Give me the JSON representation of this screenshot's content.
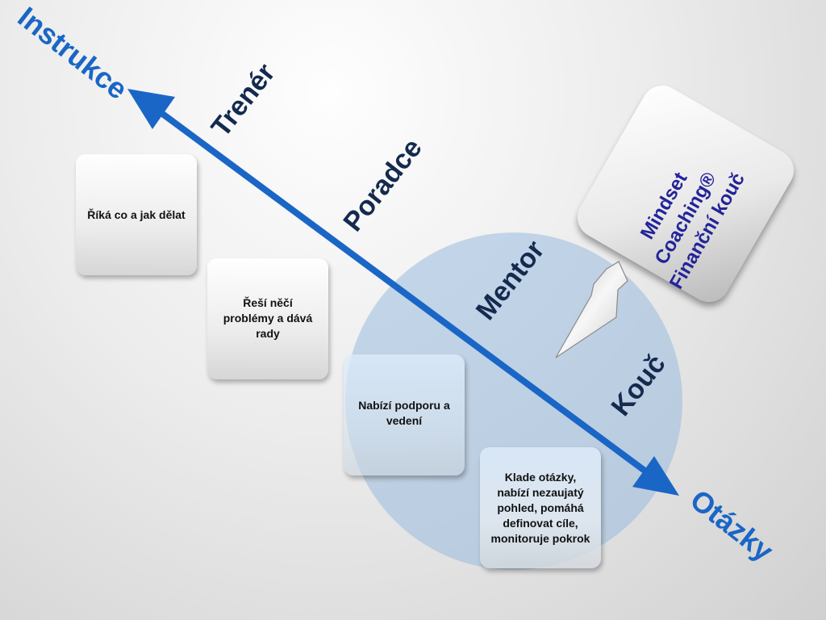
{
  "diagram": {
    "axis": {
      "top_label": "Instrukce",
      "bottom_label": "Otázky",
      "color": "#1a66c6"
    },
    "roles": [
      {
        "name": "Trenér"
      },
      {
        "name": "Poradce"
      },
      {
        "name": "Mentor"
      },
      {
        "name": "Kouč"
      }
    ],
    "boxes": [
      {
        "lines": [
          "Říká co a jak dělat"
        ]
      },
      {
        "lines": [
          "Řeší něčí",
          "problémy a dává",
          "rady"
        ]
      },
      {
        "lines": [
          "Nabízí podporu a",
          "vedení"
        ]
      },
      {
        "lines": [
          "Klade otázky,",
          "nabízí nezaujatý",
          "pohled, pomáhá",
          "definovat cíle,",
          "monitoruje pokrok"
        ]
      }
    ],
    "highlight": {
      "lines": [
        "Mindset",
        "Coaching®",
        "Finanční kouč"
      ],
      "color": "#23239a"
    },
    "colors": {
      "role_text": "#142a4e",
      "circle": "#96b9dc"
    }
  }
}
